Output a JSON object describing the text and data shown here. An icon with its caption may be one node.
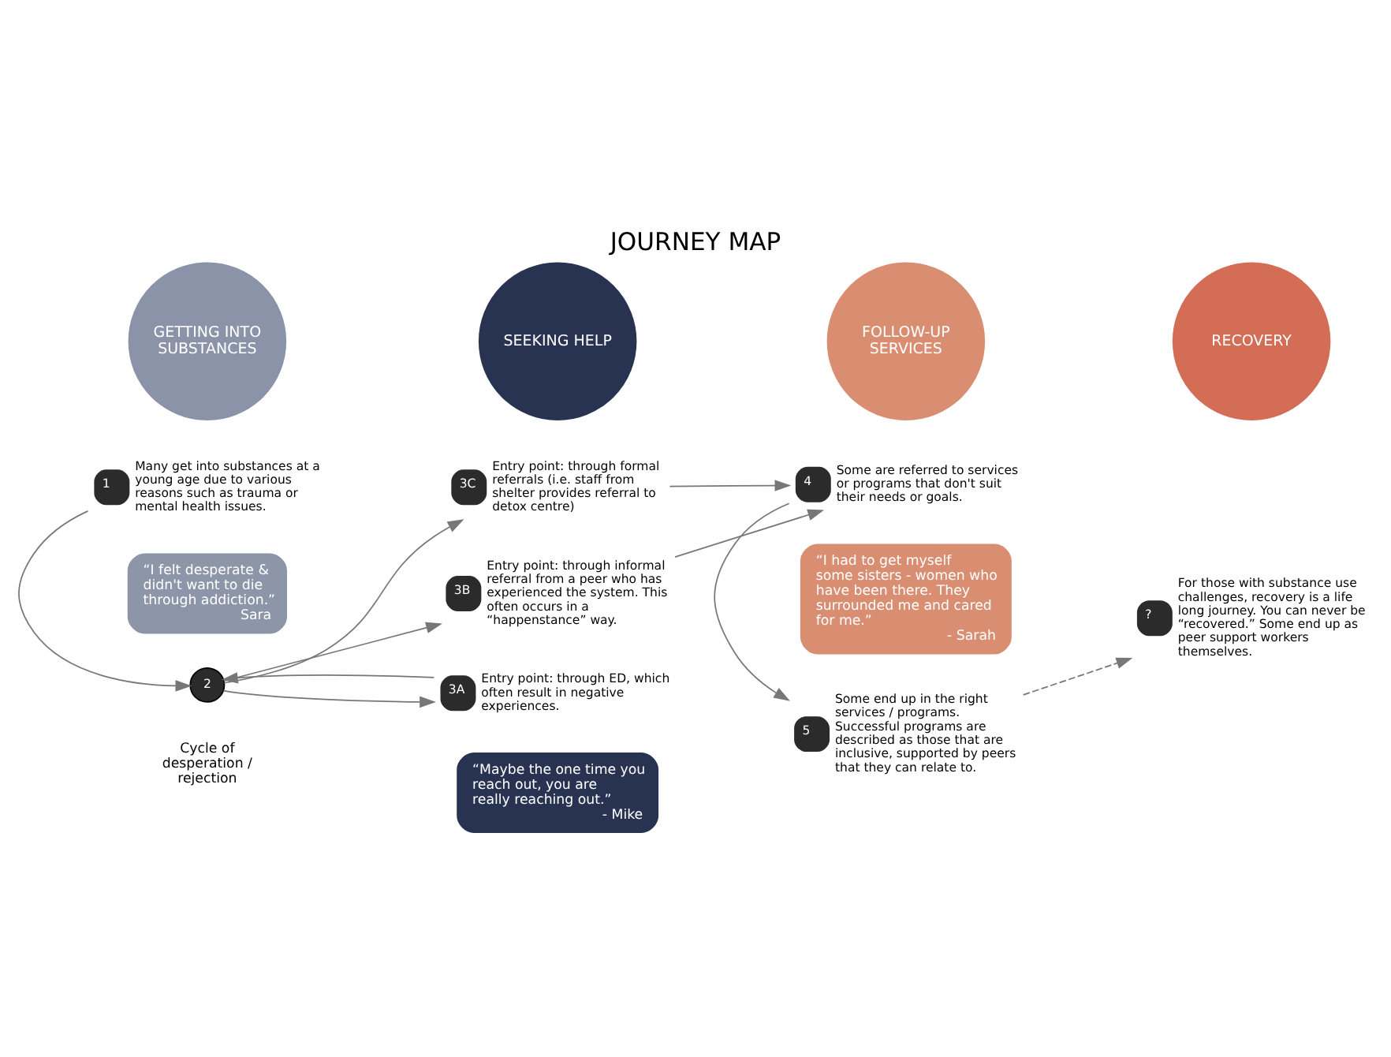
{
  "diagram": {
    "title": "JOURNEY MAP",
    "nodes": [
      {
        "text": [
          "GETTING INTO SUBSTANCES"
        ]
      },
      {
        "text": [
          "SEEKING HELP"
        ]
      },
      {
        "text": [
          "FOLLOW-UP SERVICES"
        ]
      },
      {
        "text": [
          "RECOVERY"
        ]
      },
      {
        "text": [
          "1"
        ],
        "beside": [
          "Many get into substances at a young age due to various reasons such as trauma or mental health issues."
        ]
      },
      {
        "text": [
          "“I felt desperate & didn't want to die through addiction.”",
          "Sara"
        ]
      },
      {
        "text": [
          "2"
        ]
      },
      {
        "text": [
          "3C"
        ],
        "beside": [
          "Entry point: through formal referrals (i.e. staff from shelter provides referral to detox centre)"
        ]
      },
      {
        "text": [
          "3B"
        ],
        "beside": [
          "Entry point: through informal referral from a peer who has experienced the system. This often occurs in a “happenstance” way."
        ]
      },
      {
        "text": [
          "3A"
        ],
        "beside": [
          "Entry point: through ED, which often result in negative experiences."
        ]
      },
      {
        "text": [
          "“Maybe the one time you reach out, you are really reaching out.”",
          "- Mike"
        ]
      },
      {
        "text": [
          "4"
        ],
        "beside": [
          "Some are referred to services or programs that don't suit their needs or goals."
        ]
      },
      {
        "text": [
          "“I had to get myself some sisters - women who have been there. They surrounded me and cared for me.”",
          "- Sarah"
        ]
      },
      {
        "text": [
          "5"
        ],
        "beside": [
          "Some end up in the right services / programs. Successful programs are described as those that are inclusive, supported by peers that they can relate to."
        ]
      },
      {
        "text": [
          "?"
        ],
        "beside": [
          "For those with substance use challenges, recovery is a life long journey. You can never be “recovered.” Some end up as peer support workers themselves."
        ]
      }
    ],
    "edges": [
      {
        "from": 4,
        "to": 6,
        "arrow": "to"
      },
      {
        "from": 6,
        "to": 7,
        "arrow": "to"
      },
      {
        "from": 6,
        "to": 8,
        "arrow": "to"
      },
      {
        "from": 6,
        "to": 9,
        "arrow": "to"
      },
      {
        "from": 9,
        "to": 6,
        "arrow": "to"
      },
      {
        "from": 7,
        "to": 11,
        "arrow": "to"
      },
      {
        "from": 8,
        "to": 11,
        "arrow": "to"
      },
      {
        "from": 11,
        "to": 13,
        "arrow": "to"
      },
      {
        "from": 13,
        "to": 14,
        "arrow": "to",
        "style": "dashed"
      }
    ],
    "labels": [
      "Cycle of desperation / rejection"
    ]
  }
}
